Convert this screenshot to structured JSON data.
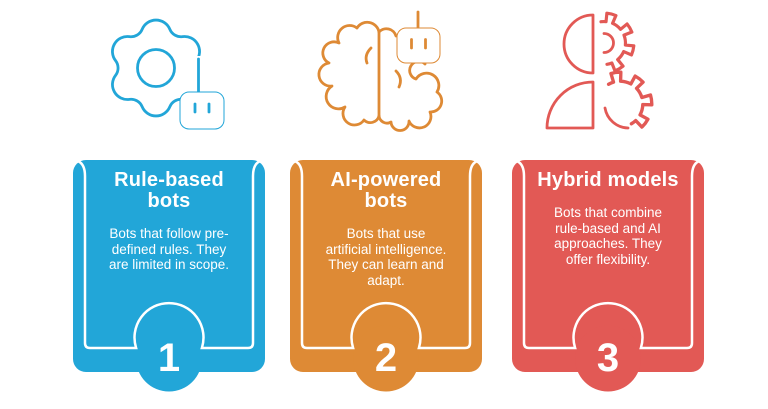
{
  "page": {
    "background_color": "#ffffff",
    "text_color": "#ffffff",
    "border_color": "#ffffff"
  },
  "cards": [
    {
      "number": "1",
      "title": "Rule-based\nbots",
      "body": "Bots that follow pre-\ndefined rules. They\nare limited in scope.",
      "color": "#22A6D8",
      "icon_name": "gear-robot-icon"
    },
    {
      "number": "2",
      "title": "AI-powered\nbots",
      "body": "Bots that use\nartificial intelligence.\nThey can learn and\nadapt.",
      "color": "#DE8A35",
      "icon_name": "brain-robot-icon"
    },
    {
      "number": "3",
      "title": "Hybrid models",
      "body": "Bots that combine\nrule-based and AI\napproaches. They\noffer flexibility.",
      "color": "#E25955",
      "icon_name": "human-gear-icon"
    }
  ]
}
